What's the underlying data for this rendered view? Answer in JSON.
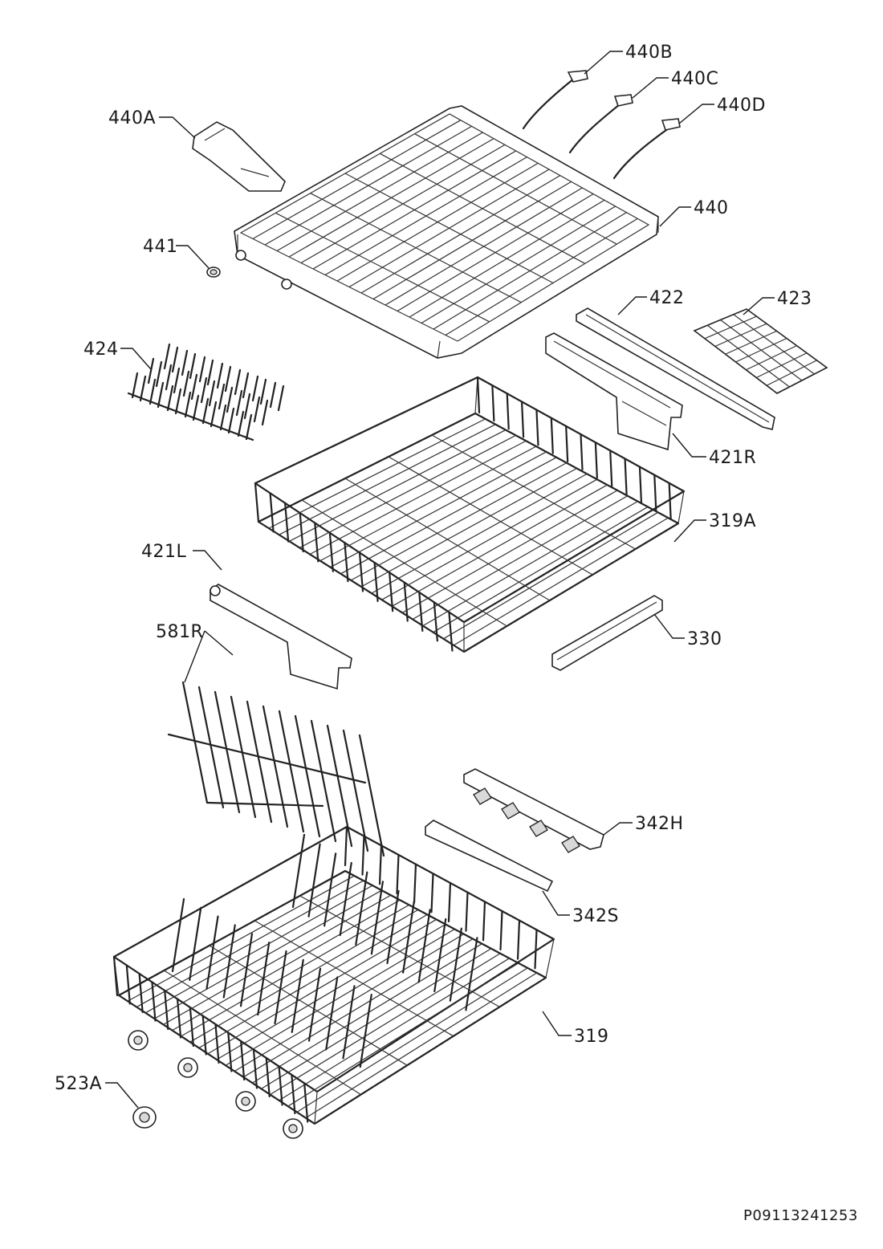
{
  "diagram": {
    "labels": {
      "p440B": "440B",
      "p440C": "440C",
      "p440D": "440D",
      "p440A": "440A",
      "p440": "440",
      "p441": "441",
      "p422": "422",
      "p423": "423",
      "p424": "424",
      "p421R": "421R",
      "p319A": "319A",
      "p421L": "421L",
      "p330": "330",
      "p581R": "581R",
      "p342H": "342H",
      "p342S": "342S",
      "p319": "319",
      "p523A": "523A"
    },
    "drawing_code": "P09113241253"
  }
}
